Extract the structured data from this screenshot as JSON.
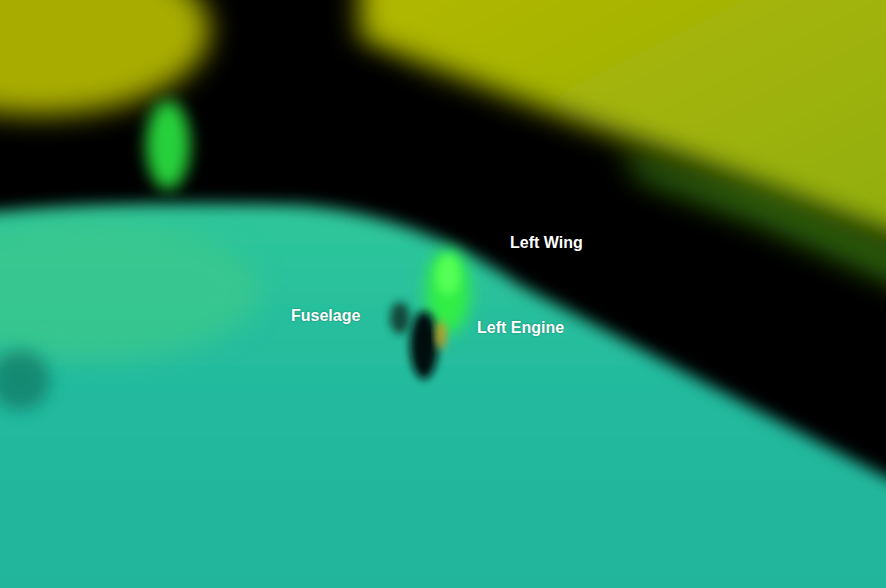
{
  "diagram": {
    "labels": [
      "Left Wing",
      "Fuselage",
      "Left Engine"
    ]
  }
}
